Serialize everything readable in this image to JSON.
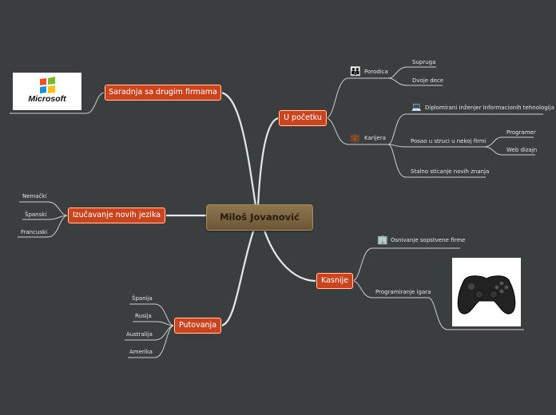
{
  "central": "Miloš Jovanović",
  "topics": {
    "u_pocetku": "U početku",
    "kasnije": "Kasnije",
    "saradnja": "Saradnja sa drugim firmama",
    "jezici": "Izučavanje novih jezika",
    "putovanja": "Putovanja"
  },
  "u_pocetku": {
    "porodica": {
      "label": "Porodica",
      "icon": "family-icon",
      "children": [
        "Supruga",
        "Dvoje dece"
      ]
    },
    "karijera": {
      "label": "Karijera",
      "icon": "briefcase-icon",
      "diploma": {
        "label": "Diplomirani inženjer informacionih tehnologija",
        "icon": "laptop-icon"
      },
      "posao": {
        "label": "Posao u struci u nekoj firmi",
        "children": [
          "Programer",
          "Web dizajn"
        ]
      },
      "stalno": "Stalno sticanje novih znanja"
    }
  },
  "kasnije": {
    "firma": {
      "label": "Osnivanje sopstvene firme",
      "icon": "building-icon"
    },
    "igre": {
      "label": "Programiranje igara",
      "image": "gamepad-image"
    }
  },
  "saradnja": {
    "image": "microsoft-logo",
    "logo_text": "Microsoft"
  },
  "jezici": [
    "Nemački",
    "Španski",
    "Francuski"
  ],
  "putovanja": [
    "Španija",
    "Rusija",
    "Australija",
    "Amerika"
  ],
  "colors": {
    "background": "#3a3e3f",
    "topic": "#c8451f",
    "central": "#7d6542",
    "line": "#d8d8d8"
  }
}
